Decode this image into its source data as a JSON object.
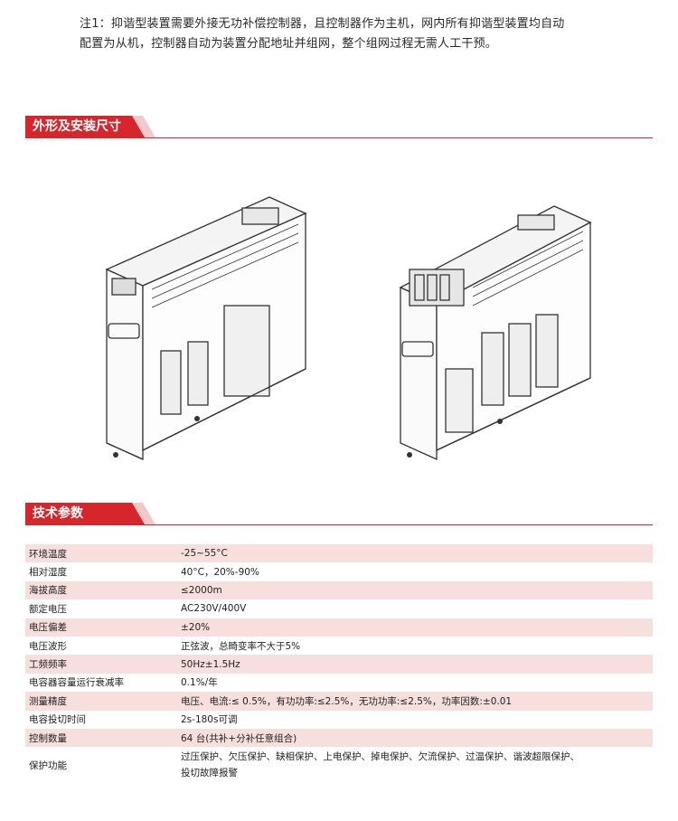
{
  "note": {
    "line1": "注1：抑谐型装置需要外接无功补偿控制器，且控制器作为主机，网内所有抑谐型装置均自动",
    "line2": "配置为从机，控制器自动为装置分配地址并组网，整个组网过程无需人工干预。"
  },
  "sections": {
    "dimensions": "外形及安装尺寸",
    "specs": "技术参数"
  },
  "specs": [
    {
      "key": "环境温度",
      "value": "-25~55°C"
    },
    {
      "key": "相对湿度",
      "value": "40°C，20%-90%"
    },
    {
      "key": "海拔高度",
      "value": "≤2000m"
    },
    {
      "key": "额定电压",
      "value": "AC230V/400V"
    },
    {
      "key": "电压偏差",
      "value": "±20%"
    },
    {
      "key": "电压波形",
      "value": "正弦波，总畸变率不大于5%"
    },
    {
      "key": "工频频率",
      "value": "50Hz±1.5Hz"
    },
    {
      "key": "电容器容量运行衰减率",
      "value": "0.1%/年"
    },
    {
      "key": "测量精度",
      "value": "电压、电流:≤ 0.5%，有功功率:≤2.5%，无功功率:≤2.5%，功率因数:±0.01"
    },
    {
      "key": "电容投切时间",
      "value": "2s-180s可调"
    },
    {
      "key": "控制数量",
      "value": "64 台(共补+分补任意组合)"
    },
    {
      "key": "保护功能",
      "value_lines": [
        "过压保护、欠压保护、缺相保护、上电保护、掉电保护、欠流保护、过温保护、谐波超限保护、",
        "投切故障报警"
      ]
    }
  ],
  "colors": {
    "accent": "#d7262b",
    "row_shade": "#f6dfdd"
  }
}
